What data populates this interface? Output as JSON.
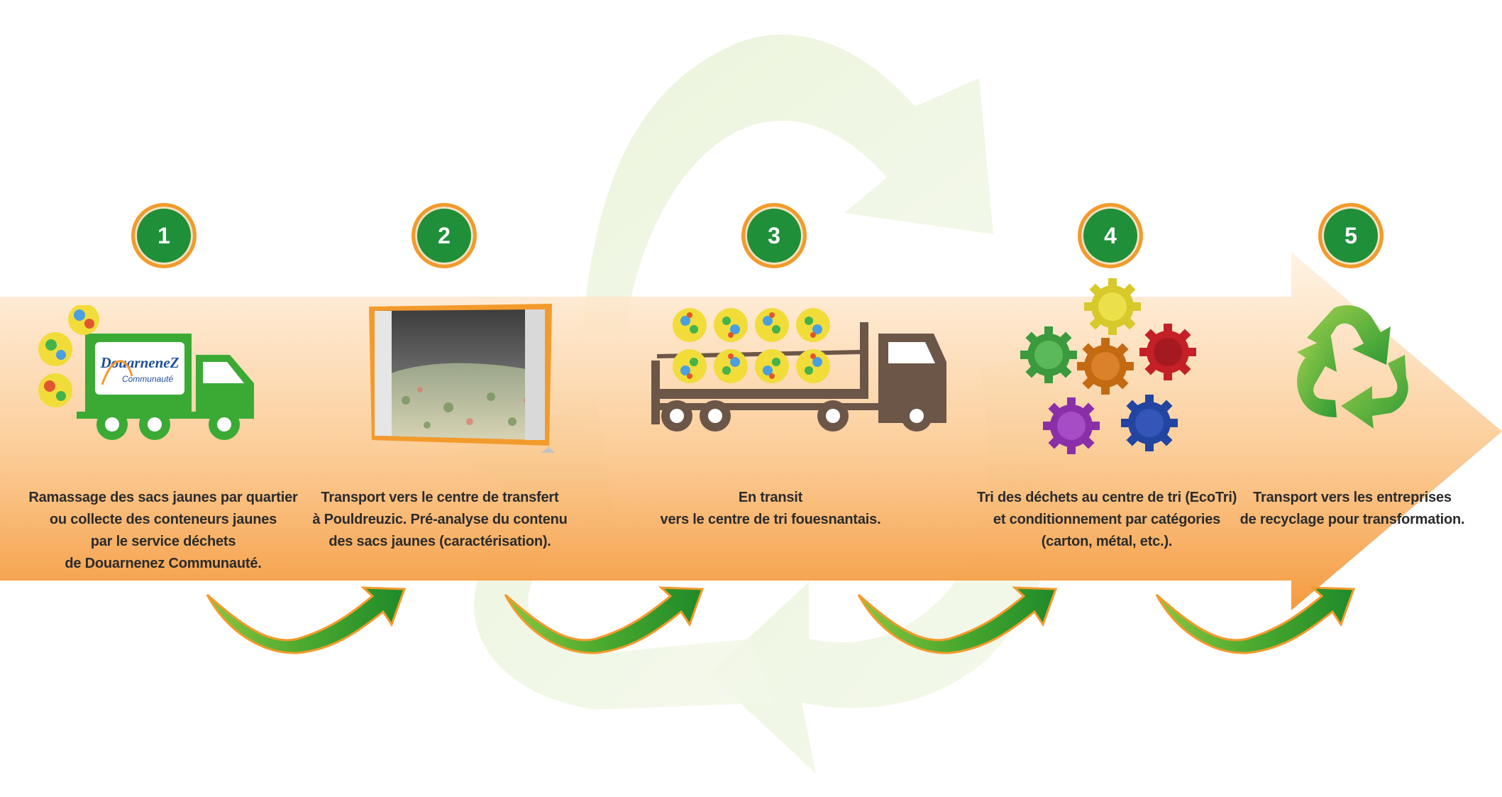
{
  "steps": [
    {
      "number": "1",
      "lines": [
        "Ramassage des sacs jaunes par quartier",
        "ou collecte des conteneurs jaunes",
        "par le service déchets",
        "de Douarnenez Communauté."
      ],
      "icon": "collection-truck-icon"
    },
    {
      "number": "2",
      "lines": [
        "Transport vers le centre de transfert",
        "à Pouldreuzic. Pré-analyse du contenu",
        "des sacs jaunes (caractérisation)."
      ],
      "icon": "transfer-center-photo"
    },
    {
      "number": "3",
      "lines": [
        "En transit",
        "vers le centre de tri fouesnantais."
      ],
      "icon": "transport-truck-icon"
    },
    {
      "number": "4",
      "lines": [
        "Tri des déchets au centre de tri (EcoTri)",
        "et conditionnement par catégories",
        "(carton, métal, etc.)."
      ],
      "icon": "sorting-gears-icon"
    },
    {
      "number": "5",
      "lines": [
        "Transport vers les entreprises",
        "de recyclage pour transformation."
      ],
      "icon": "recycle-icon"
    }
  ],
  "logo": {
    "line1": "DouarneneZ",
    "line2": "Communauté"
  },
  "colors": {
    "badge_green": "#1f8f3a",
    "badge_ring": "#f39a2c",
    "band_orange": "#f6a04a",
    "truck_green": "#3aaa35",
    "truck_brown": "#6b5648"
  }
}
